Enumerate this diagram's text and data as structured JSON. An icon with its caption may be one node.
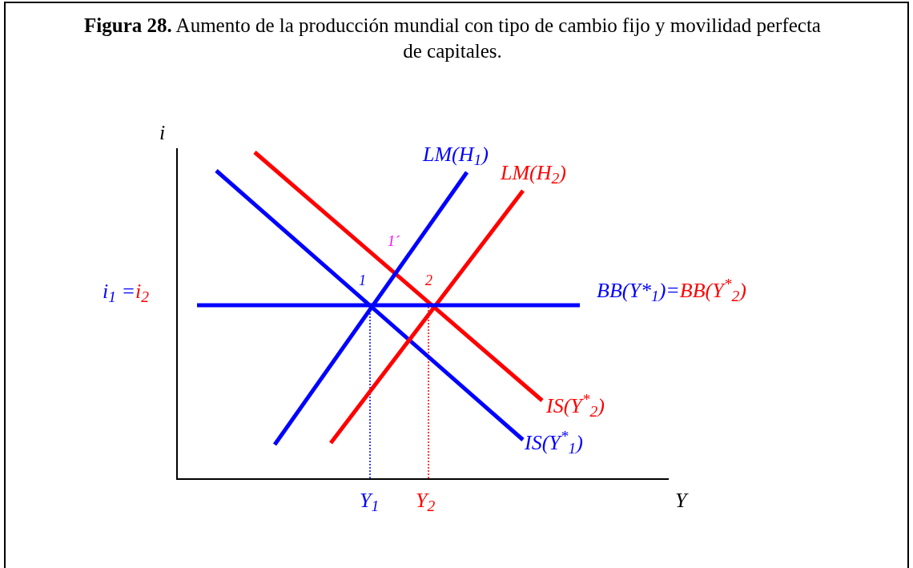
{
  "diagram": {
    "title": "**Figura 28.** Aumento de la producción mundial con tipo de cambio fijo y movilidad perfecta de capitales.",
    "labels": [
      "i",
      "LM(H$_{1}$)",
      "LM(H$_{2}$)",
      "1´",
      "1",
      "2",
      "i$_{1}$ =",
      "i$_{2}$",
      "BB(Y*$_{1}$)=",
      "BB(Y$^{*}$$_{2}$)",
      "IS(Y$^{*}$$_{2}$)",
      "IS(Y$^{*}$$_{1}$)",
      "Y$_{1}$",
      "Y$_{2}$",
      "Y"
    ]
  }
}
